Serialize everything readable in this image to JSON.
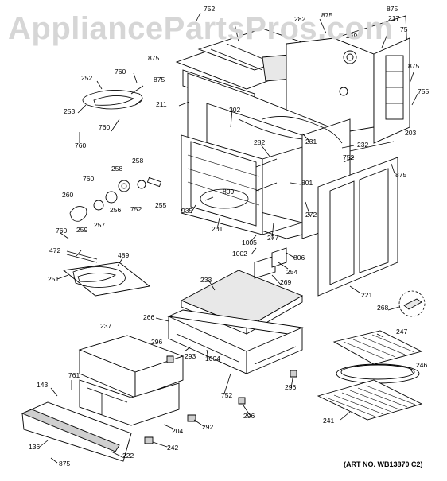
{
  "watermark": "AppliancePartsPros.com",
  "art_number": "(ART NO. WB13870 C2)",
  "callouts": [
    {
      "id": "c752a",
      "text": "752"
    },
    {
      "id": "c282a",
      "text": "282"
    },
    {
      "id": "c875a",
      "text": "875"
    },
    {
      "id": "c875b",
      "text": "875"
    },
    {
      "id": "c217",
      "text": "217"
    },
    {
      "id": "c75",
      "text": "75"
    },
    {
      "id": "c269",
      "text": "269"
    },
    {
      "id": "c875c",
      "text": "875"
    },
    {
      "id": "c875d",
      "text": "875"
    },
    {
      "id": "c760a",
      "text": "760"
    },
    {
      "id": "c252",
      "text": "252"
    },
    {
      "id": "c875e",
      "text": "875"
    },
    {
      "id": "c211",
      "text": "211"
    },
    {
      "id": "c755",
      "text": "755"
    },
    {
      "id": "c253",
      "text": "253"
    },
    {
      "id": "c760b",
      "text": "760"
    },
    {
      "id": "c760c",
      "text": "760"
    },
    {
      "id": "c202",
      "text": "202"
    },
    {
      "id": "c203",
      "text": "203"
    },
    {
      "id": "c231",
      "text": "231"
    },
    {
      "id": "c232",
      "text": "232"
    },
    {
      "id": "c282b",
      "text": "282"
    },
    {
      "id": "c752b",
      "text": "752"
    },
    {
      "id": "c875f",
      "text": "875"
    },
    {
      "id": "c258a",
      "text": "258"
    },
    {
      "id": "c258b",
      "text": "258"
    },
    {
      "id": "c760d",
      "text": "760"
    },
    {
      "id": "c801",
      "text": "801"
    },
    {
      "id": "c809",
      "text": "809"
    },
    {
      "id": "c260",
      "text": "260"
    },
    {
      "id": "c256",
      "text": "256"
    },
    {
      "id": "c752c",
      "text": "752"
    },
    {
      "id": "c255",
      "text": "255"
    },
    {
      "id": "c935",
      "text": "935"
    },
    {
      "id": "c272",
      "text": "272"
    },
    {
      "id": "c259",
      "text": "259"
    },
    {
      "id": "c257",
      "text": "257"
    },
    {
      "id": "c201",
      "text": "201"
    },
    {
      "id": "c277",
      "text": "277"
    },
    {
      "id": "c760e",
      "text": "760"
    },
    {
      "id": "c1005",
      "text": "1005"
    },
    {
      "id": "c472",
      "text": "472"
    },
    {
      "id": "c489",
      "text": "489"
    },
    {
      "id": "c1002",
      "text": "1002"
    },
    {
      "id": "c806",
      "text": "806"
    },
    {
      "id": "c254",
      "text": "254"
    },
    {
      "id": "c251",
      "text": "251"
    },
    {
      "id": "c233",
      "text": "233"
    },
    {
      "id": "c269b",
      "text": "269"
    },
    {
      "id": "c221",
      "text": "221"
    },
    {
      "id": "c268",
      "text": "268"
    },
    {
      "id": "c237",
      "text": "237"
    },
    {
      "id": "c266",
      "text": "266"
    },
    {
      "id": "c247",
      "text": "247"
    },
    {
      "id": "c296a",
      "text": "296"
    },
    {
      "id": "c293",
      "text": "293"
    },
    {
      "id": "c1004",
      "text": "1004"
    },
    {
      "id": "c246",
      "text": "246"
    },
    {
      "id": "c143",
      "text": "143"
    },
    {
      "id": "c761",
      "text": "761"
    },
    {
      "id": "c296b",
      "text": "296"
    },
    {
      "id": "c752d",
      "text": "752"
    },
    {
      "id": "c296c",
      "text": "296"
    },
    {
      "id": "c292",
      "text": "292"
    },
    {
      "id": "c241",
      "text": "241"
    },
    {
      "id": "c204",
      "text": "204"
    },
    {
      "id": "c136",
      "text": "136"
    },
    {
      "id": "c242",
      "text": "242"
    },
    {
      "id": "c222",
      "text": "222"
    },
    {
      "id": "c875g",
      "text": "875"
    }
  ]
}
